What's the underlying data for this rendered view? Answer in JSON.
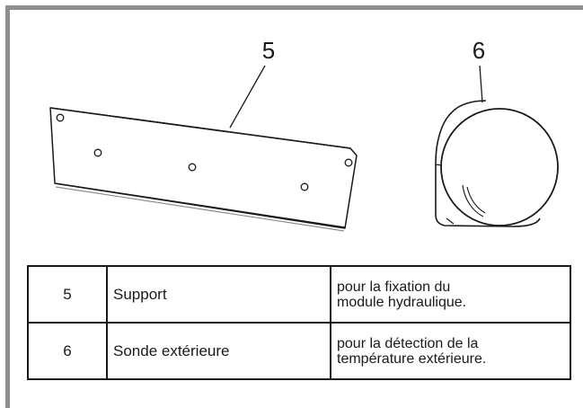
{
  "illustration": {
    "callouts": [
      "5",
      "6"
    ]
  },
  "parts_table": {
    "rows": [
      {
        "number": "5",
        "name": "Support",
        "description_lines": [
          "pour la fixation du",
          "module hydraulique."
        ]
      },
      {
        "number": "6",
        "name": "Sonde extérieure",
        "description_lines": [
          "pour la détection de la",
          "température extérieure."
        ]
      }
    ]
  }
}
